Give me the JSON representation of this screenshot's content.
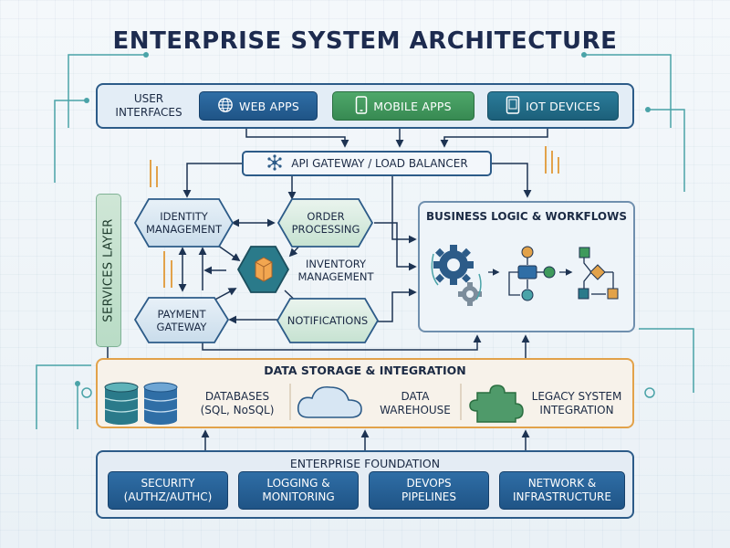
{
  "title": "ENTERPRISE SYSTEM ARCHITECTURE",
  "user_interfaces": {
    "label_line1": "USER",
    "label_line2": "INTERFACES",
    "items": [
      "WEB APPS",
      "MOBILE APPS",
      "IOT DEVICES"
    ]
  },
  "gateway": {
    "label": "API GATEWAY / LOAD BALANCER"
  },
  "services": {
    "label": "SERVICES LAYER",
    "identity": [
      "IDENTITY",
      "MANAGEMENT"
    ],
    "order": [
      "ORDER",
      "PROCESSING"
    ],
    "inventory": [
      "INVENTORY",
      "MANAGEMENT"
    ],
    "payment": [
      "PAYMENT",
      "GATEWAY"
    ],
    "notifications": "NOTIFICATIONS"
  },
  "business": {
    "title": "BUSINESS LOGIC & WORKFLOWS"
  },
  "storage": {
    "title": "DATA STORAGE & INTEGRATION",
    "databases": [
      "DATABASES",
      "(SQL, NoSQL)"
    ],
    "warehouse": [
      "DATA",
      "WAREHOUSE"
    ],
    "legacy": [
      "LEGACY SYSTEM",
      "INTEGRATION"
    ]
  },
  "foundation": {
    "title": "ENTERPRISE FOUNDATION",
    "items": [
      [
        "SECURITY",
        "(AUTHZ/AUTHC)"
      ],
      [
        "LOGGING &",
        "MONITORING"
      ],
      [
        "DEVOPS",
        "PIPELINES"
      ],
      [
        "NETWORK &",
        "INFRASTRUCTURE"
      ]
    ]
  },
  "colors": {
    "navy": "#2c5b88",
    "blue": "#1f5486",
    "green": "#378a52",
    "teal": "#1c607a",
    "orange": "#e2a24a",
    "services_green": "#b9dcc6"
  }
}
